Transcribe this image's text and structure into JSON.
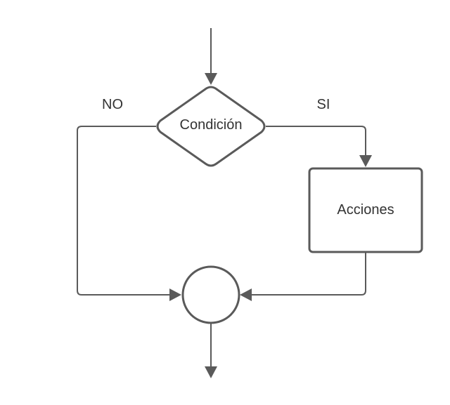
{
  "diagram": {
    "decision_label": "Condición",
    "action_label": "Acciones",
    "branch_no_label": "NO",
    "branch_yes_label": "SI"
  },
  "colors": {
    "stroke": "#5a5a5a",
    "text": "#333333",
    "background": "#ffffff"
  }
}
